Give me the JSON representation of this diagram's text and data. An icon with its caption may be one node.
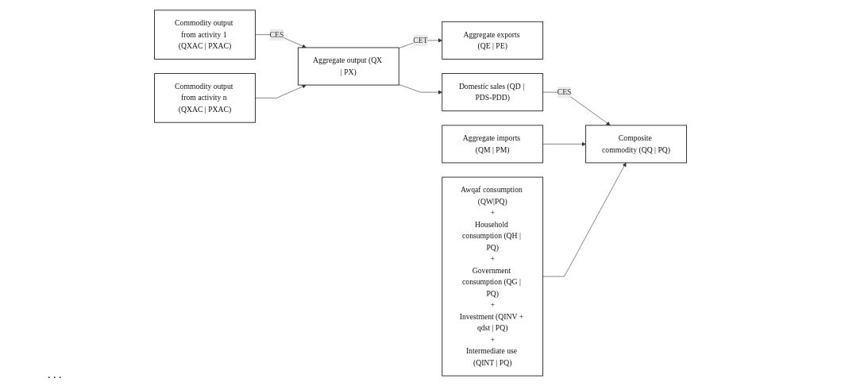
{
  "diagram": {
    "nodes": [
      {
        "text": [
          "Commodity output from activity 1 (QXAC | PXAC)"
        ]
      },
      {
        "text": [
          "Commodity output from activity n (QXAC | PXAC)"
        ]
      },
      {
        "text": [
          "Aggregate output (QX | PX)"
        ]
      },
      {
        "text": [
          "Aggregate exports (QE | PE)"
        ]
      },
      {
        "text": [
          "Domestic sales (QD | PDS-PDD)"
        ]
      },
      {
        "text": [
          "Aggregate imports (QM | PM)"
        ]
      },
      {
        "text": [
          "Composite commodity (QQ | PQ)"
        ]
      },
      {
        "text": [
          "Awqaf consumption (QW|PQ)",
          "+",
          "Household consumption (QH | PQ)",
          "+",
          "Government consumption (QG | PQ)",
          "+",
          "Investment (QINV + qdst | PQ)",
          "+",
          "Intermediate use (QINT | PQ)"
        ]
      }
    ],
    "edges": [
      {
        "from": 0,
        "to": 2,
        "arrow": "to",
        "label": "CES"
      },
      {
        "from": 1,
        "to": 2,
        "arrow": "to"
      },
      {
        "from": 2,
        "to": 3,
        "arrow": "to",
        "label": "CET"
      },
      {
        "from": 2,
        "to": 4,
        "arrow": "to"
      },
      {
        "from": 4,
        "to": 6,
        "arrow": "to",
        "label": "CES"
      },
      {
        "from": 5,
        "to": 6,
        "arrow": "to"
      },
      {
        "from": 7,
        "to": 6,
        "arrow": "to"
      }
    ],
    "labels": [
      ". . ."
    ]
  }
}
